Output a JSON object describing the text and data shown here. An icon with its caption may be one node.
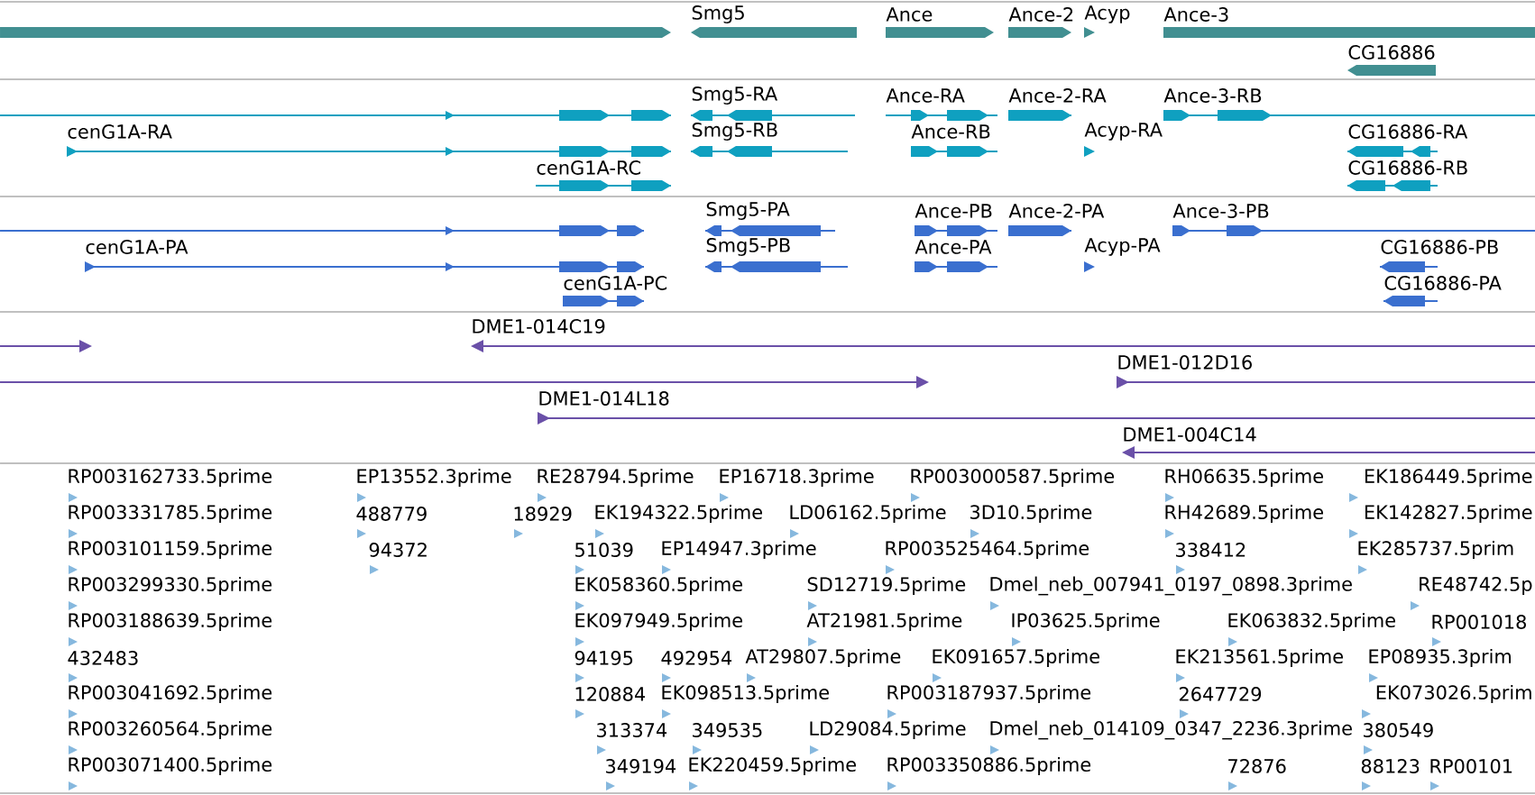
{
  "diagram": {
    "labels": [
      "Smg5",
      "Ance",
      "Ance-2",
      "Acyp",
      "Ance-3",
      "CG16886",
      "Smg5-RA",
      "Ance-RA",
      "Ance-2-RA",
      "Ance-3-RB",
      "cenG1A-RA",
      "Smg5-RB",
      "Ance-RB",
      "Acyp-RA",
      "CG16886-RA",
      "cenG1A-RC",
      "CG16886-RB",
      "Smg5-PA",
      "Ance-PB",
      "Ance-2-PA",
      "Ance-3-PB",
      "cenG1A-PA",
      "Smg5-PB",
      "Ance-PA",
      "Acyp-PA",
      "CG16886-PB",
      "cenG1A-PC",
      "CG16886-PA",
      "DME1-014C19",
      "DME1-012D16",
      "DME1-014L18",
      "DME1-004C14",
      "RP003162733.5prime",
      "EP13552.3prime",
      "RE28794.5prime",
      "EP16718.3prime",
      "RP003000587.5prime",
      "RH06635.5prime",
      "EK186449.5prime",
      "RP003331785.5prime",
      "488779",
      "18929",
      "EK194322.5prime",
      "LD06162.5prime",
      "3D10.5prime",
      "RH42689.5prime",
      "EK142827.5prime",
      "RP003101159.5prime",
      "94372",
      "51039",
      "EP14947.3prime",
      "RP003525464.5prime",
      "338412",
      "EK285737.5prim",
      "RP003299330.5prime",
      "EK058360.5prime",
      "SD12719.5prime",
      "Dmel_neb_007941_0197_0898.3prime",
      "RE48742.5p",
      "RP003188639.5prime",
      "EK097949.5prime",
      "AT21981.5prime",
      "IP03625.5prime",
      "EK063832.5prime",
      "RP001018",
      "432483",
      "94195",
      "492954",
      "AT29807.5prime",
      "EK091657.5prime",
      "EK213561.5prime",
      "EP08935.3prim",
      "RP003041692.5prime",
      "120884",
      "EK098513.5prime",
      "RP003187937.5prime",
      "2647729",
      "EK073026.5prim",
      "RP003260564.5prime",
      "313374",
      "349535",
      "LD29084.5prime",
      "Dmel_neb_014109_0347_2236.3prime",
      "380549",
      "RP003071400.5prime",
      "349194",
      "EK220459.5prime",
      "RP003350886.5prime",
      "72876",
      "88123",
      "RP00101"
    ]
  }
}
